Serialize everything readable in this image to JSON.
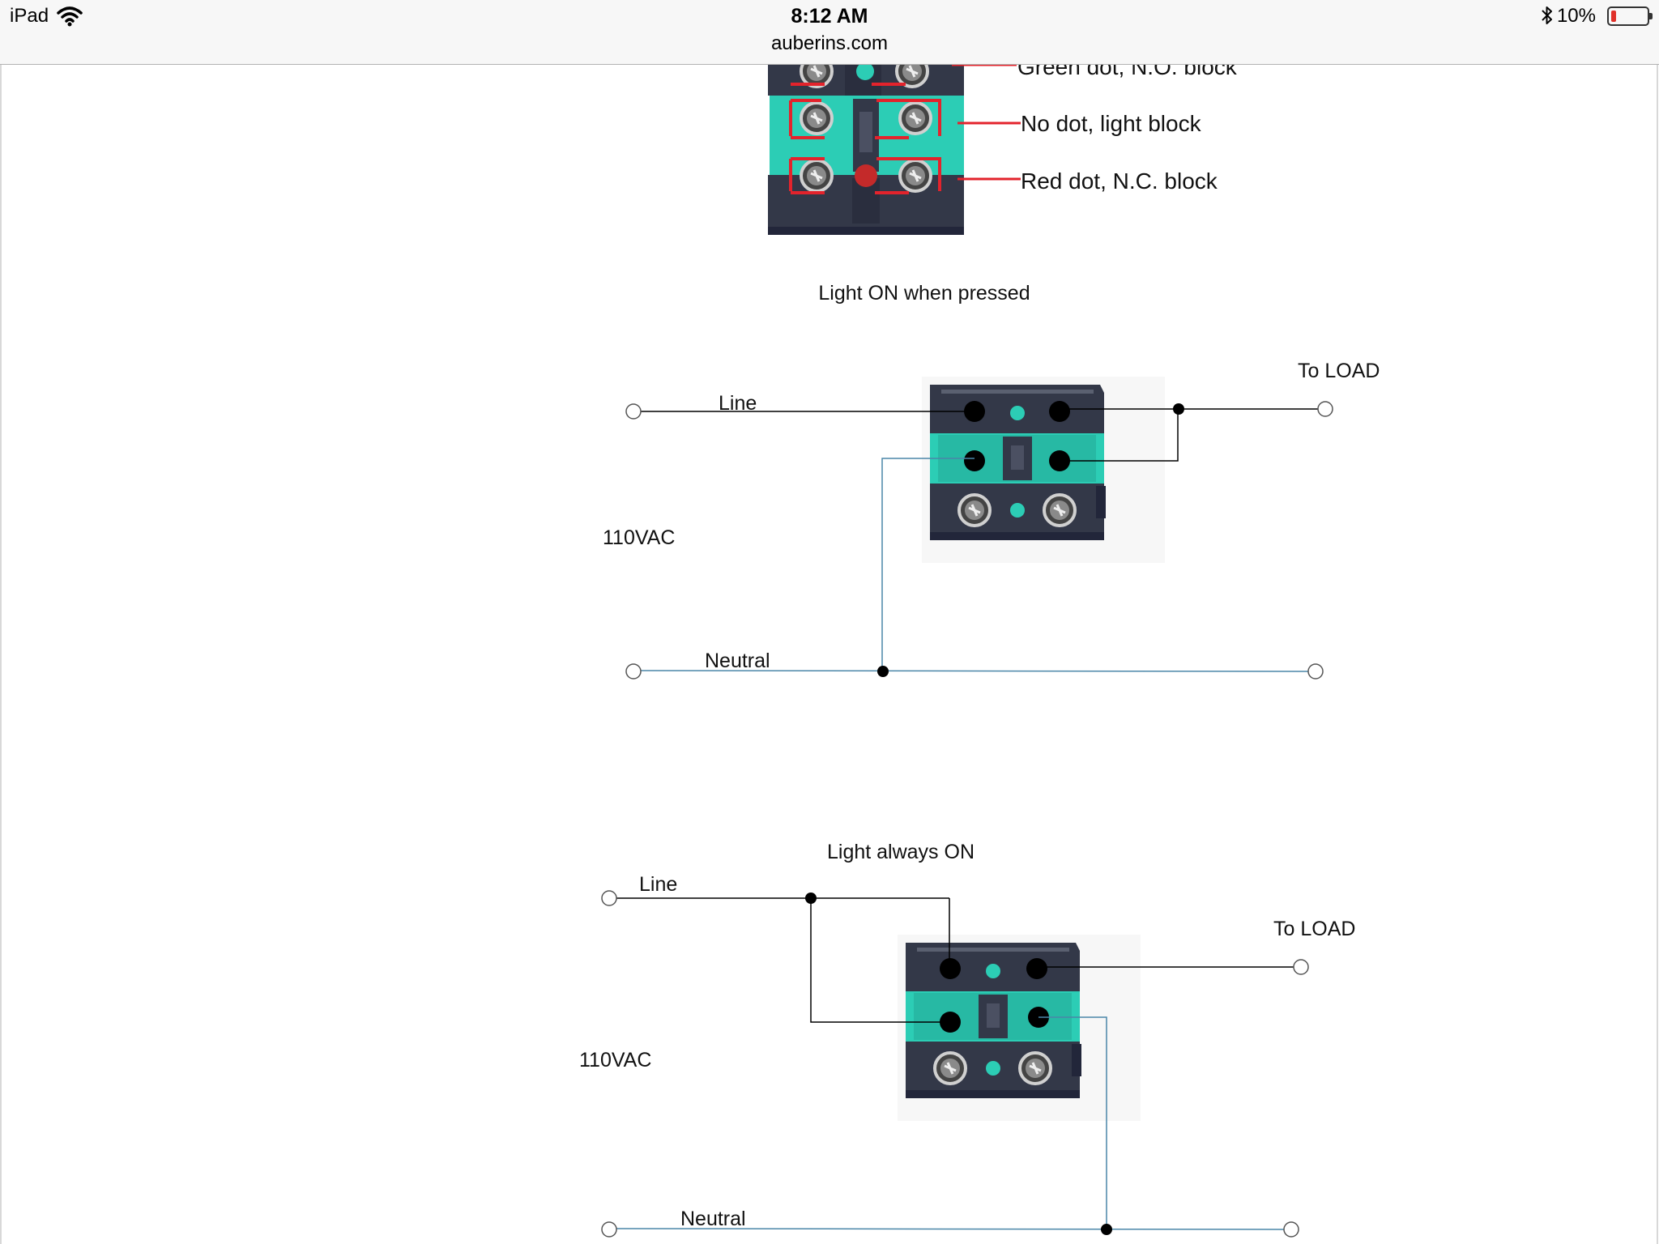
{
  "status_bar": {
    "device": "iPad",
    "time": "8:12 AM",
    "url": "auberins.com",
    "battery_percent": "10%",
    "icons": [
      "wifi-icon",
      "bluetooth-icon",
      "battery-icon"
    ]
  },
  "legend": {
    "green": "Green dot, N.O. block",
    "light": "No dot, light block",
    "red": "Red dot, N.C. block"
  },
  "diagram1": {
    "title": "Light ON when pressed",
    "line": "Line",
    "voltage": "110VAC",
    "neutral": "Neutral",
    "load": "To LOAD"
  },
  "diagram2": {
    "title": "Light always ON",
    "line": "Line",
    "voltage": "110VAC",
    "neutral": "Neutral",
    "load": "To LOAD"
  },
  "colors": {
    "teal": "#2ccdb5",
    "block": "#333848",
    "red": "#e3232c",
    "neutral_wire": "#4a86a8"
  }
}
